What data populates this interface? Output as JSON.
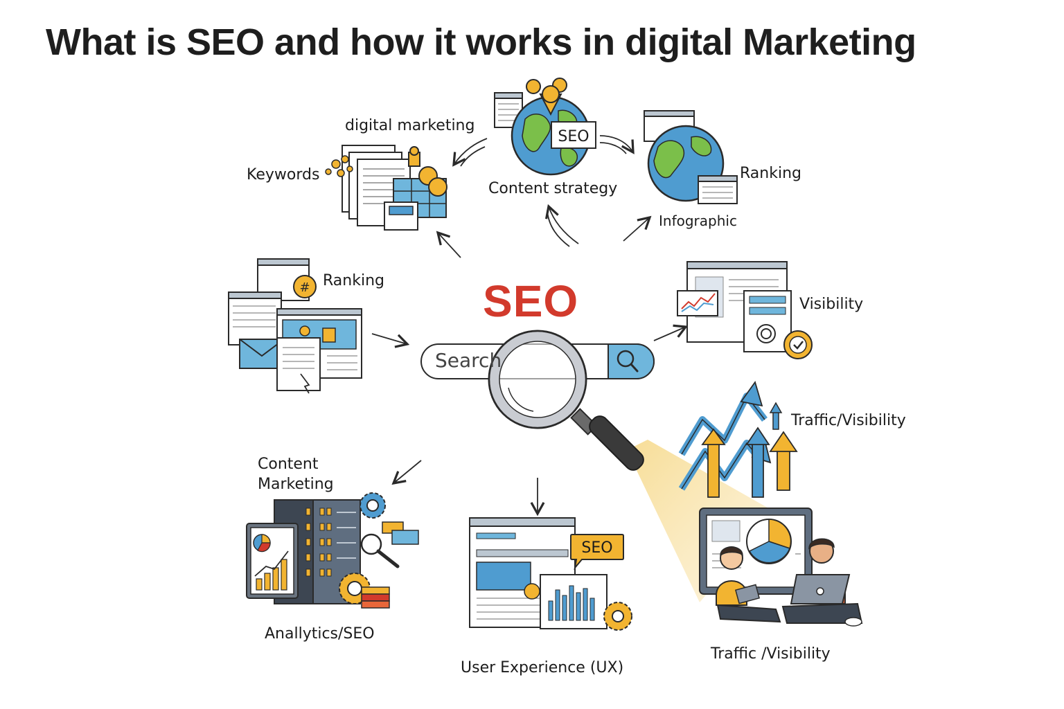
{
  "title": "What is SEO and how it works in digital Marketing",
  "center": {
    "label": "SEO",
    "search_text": "Search",
    "search_icon": "search-icon"
  },
  "nodes": {
    "digital_marketing": "digital marketing",
    "keywords": "Keywords",
    "content_strategy": "Content strategy",
    "seo_tag": "SEO",
    "ranking_top": "Ranking",
    "infographic": "Infographic",
    "ranking_left": "Ranking",
    "visibility": "Visibility",
    "traffic_visibility_upper": "Traffic/Visibility",
    "content_marketing_line1": "Content",
    "content_marketing_line2": "Marketing",
    "analytics": "Anallytics/SEO",
    "ux": "User Experience (UX)",
    "ux_seo_bubble": "SEO",
    "traffic_visibility_lower": "Traffic /Visibility"
  },
  "colors": {
    "accent_red": "#d23a2c",
    "blue": "#4f9cd0",
    "yellow": "#f2b431",
    "dark": "#2a2a2a"
  }
}
